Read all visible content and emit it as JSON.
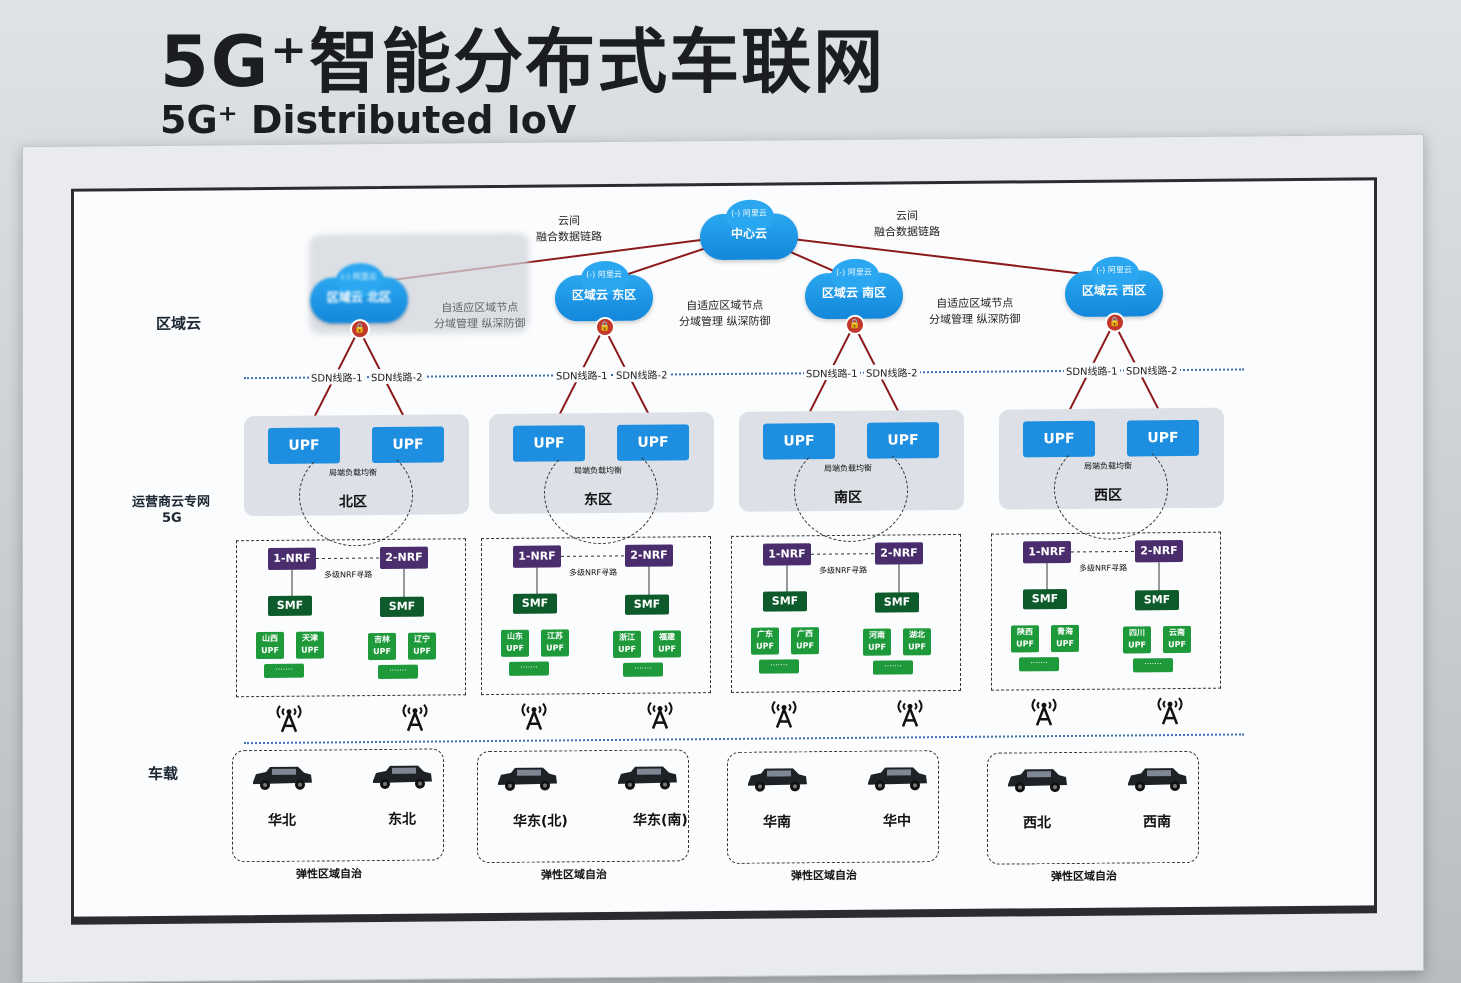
{
  "wall": {
    "title": "5G⁺智能分布式车联网",
    "subtitle": "5G⁺ Distributed IoV"
  },
  "side_labels": {
    "region_cloud": "区域云",
    "operator_net": "运营商云专网",
    "g5": "5G",
    "vehicle": "车载"
  },
  "center_cloud": {
    "brand": "(-) 阿里云",
    "name": "中心云"
  },
  "inter_cloud_link": {
    "line1": "云间",
    "line2": "融合数据链路"
  },
  "adaptive_note": {
    "line1": "自适应区域节点",
    "line2": "分域管理 纵深防御"
  },
  "common": {
    "brand": "(-) 阿里云",
    "upf": "UPF",
    "lb": "局端负载均衡",
    "nrf1": "1-NRF",
    "nrf2": "2-NRF",
    "multi_nrf": "多级NRF寻路",
    "smf": "SMF",
    "upf_suffix": "UPF",
    "dots": "·······",
    "autonomy": "弹性区域自治",
    "sdn1": "SDN线路-1",
    "sdn2": "SDN线路-2"
  },
  "regions": [
    {
      "cloud": "区域云 北区",
      "zone": "北区",
      "upf_sites": [
        "山西",
        "天津",
        "吉林",
        "辽宁"
      ],
      "cars": [
        "华北",
        "东北"
      ]
    },
    {
      "cloud": "区域云 东区",
      "zone": "东区",
      "upf_sites": [
        "山东",
        "江苏",
        "浙江",
        "福建"
      ],
      "cars": [
        "华东(北)",
        "华东(南)"
      ]
    },
    {
      "cloud": "区域云 南区",
      "zone": "南区",
      "upf_sites": [
        "广东",
        "广西",
        "河南",
        "湖北"
      ],
      "cars": [
        "华南",
        "华中"
      ]
    },
    {
      "cloud": "区域云 西区",
      "zone": "西区",
      "upf_sites": [
        "陕西",
        "青海",
        "四川",
        "云南"
      ],
      "cars": [
        "西北",
        "西南"
      ]
    }
  ],
  "colors": {
    "upf_blue": "#1e8fe0",
    "nrf_purple": "#4a2d6d",
    "smf_green": "#0d5a2a",
    "site_green": "#1f9a3b",
    "link_red": "#8b1a1a"
  }
}
